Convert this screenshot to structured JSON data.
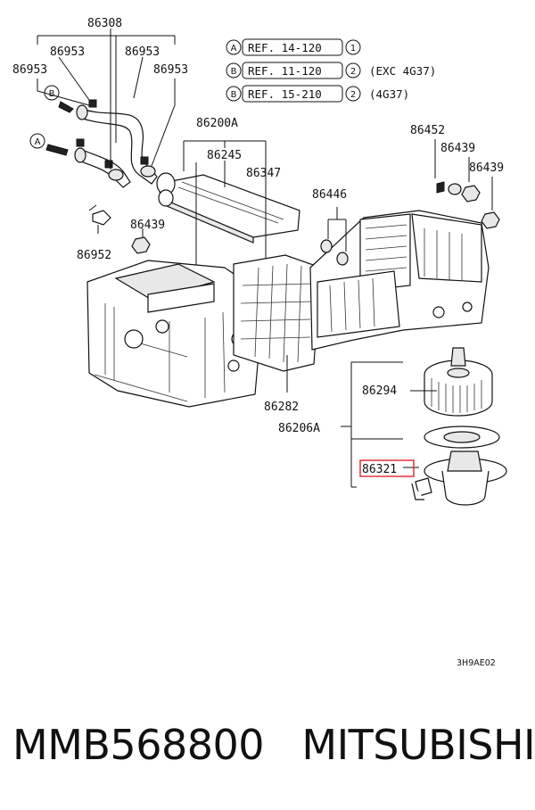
{
  "labels": {
    "p86308": "86308",
    "p86953_a": "86953",
    "p86953_b": "86953",
    "p86953_c": "86953",
    "p86953_d": "86953",
    "p86200A": "86200A",
    "p86245": "86245",
    "p86347": "86347",
    "p86446": "86446",
    "p86452": "86452",
    "p86439_a": "86439",
    "p86439_b": "86439",
    "p86439_c": "86439",
    "p86952": "86952",
    "p86294": "86294",
    "p86282": "86282",
    "p86206A": "86206A",
    "p86321": "86321"
  },
  "refs": [
    {
      "circle": "A",
      "text": "REF. 14-120",
      "num": "1",
      "note": ""
    },
    {
      "circle": "B",
      "text": "REF. 11-120",
      "num": "2",
      "note": "(EXC 4G37)"
    },
    {
      "circle": "B",
      "text": "REF. 15-210",
      "num": "2",
      "note": "(4G37)"
    }
  ],
  "arrow_markers": {
    "b": "B",
    "a": "A"
  },
  "diagram_code": "3H9AE02",
  "footer": {
    "part_number": "MMB568800",
    "brand": "MITSUBISHI"
  },
  "colors": {
    "highlight": "#e0242a"
  }
}
